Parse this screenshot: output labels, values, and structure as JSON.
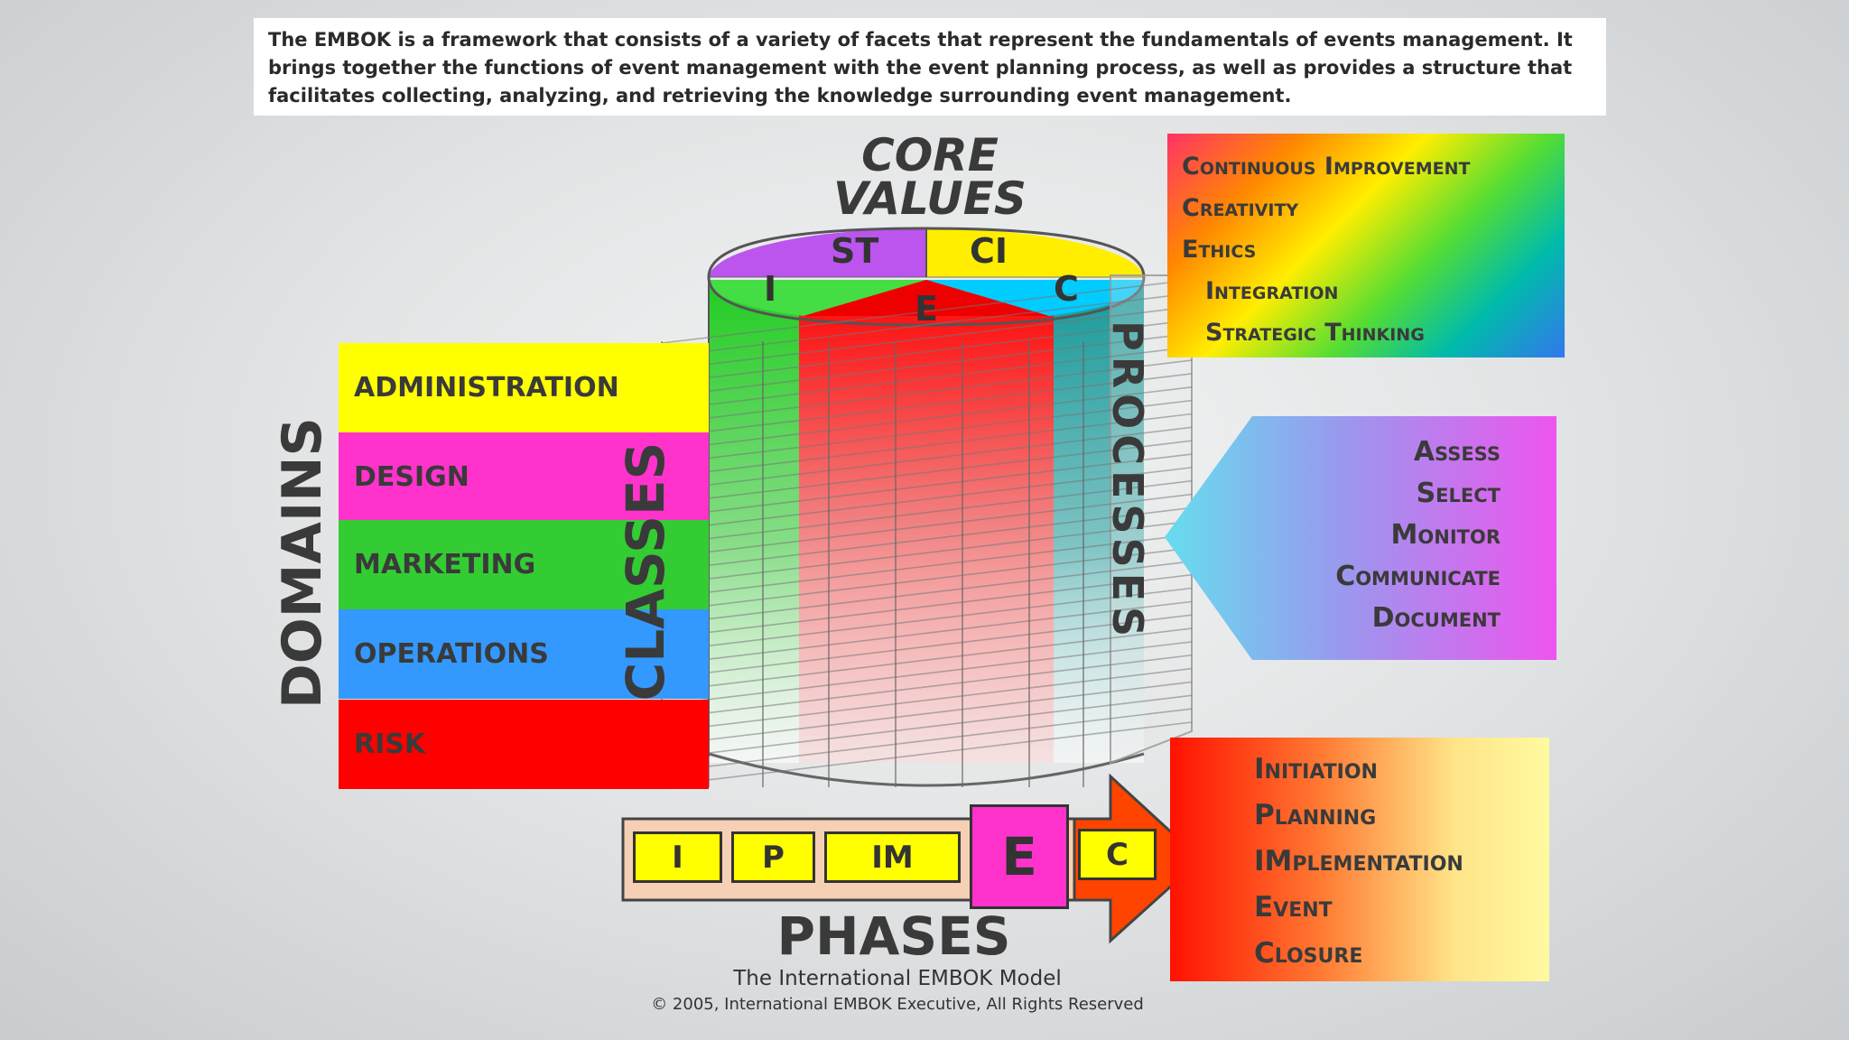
{
  "intro_text": "The EMBOK is a framework that consists of a variety of facets that represent the fundamentals of events management. It brings together the functions of event management with the event planning process, as well as provides a structure that facilitates collecting, analyzing, and retrieving the knowledge surrounding event management.",
  "core_values": {
    "title_line1": "CORE",
    "title_line2": "VALUES",
    "segments": {
      "st": "ST",
      "ci": "CI",
      "i": "I",
      "c": "C",
      "e": "E"
    },
    "list": [
      "Continuous Improvement",
      "Creativity",
      "Ethics",
      "Integration",
      "Strategic Thinking"
    ]
  },
  "domains": {
    "label": "DOMAINS",
    "items": [
      {
        "label": "ADMINISTRATION",
        "color": "#ffff00"
      },
      {
        "label": "DESIGN",
        "color": "#ff33cc"
      },
      {
        "label": "MARKETING",
        "color": "#33cc33"
      },
      {
        "label": "OPERATIONS",
        "color": "#3399ff"
      },
      {
        "label": "RISK",
        "color": "#ff0000"
      }
    ]
  },
  "classes_label": "CLASSES",
  "processes": {
    "label": "PROCESSES",
    "list": [
      "Assess",
      "Select",
      "Monitor",
      "Communicate",
      "Document"
    ]
  },
  "phases": {
    "label": "PHASES",
    "boxes": {
      "i": "I",
      "p": "P",
      "im": "IM",
      "e": "E",
      "c": "C"
    },
    "list": [
      "Initiation",
      "Planning",
      "IMplementation",
      "Event",
      "Closure"
    ]
  },
  "footer": {
    "model": "The International EMBOK Model",
    "copyright": "© 2005, International EMBOK Executive, All Rights Reserved"
  }
}
